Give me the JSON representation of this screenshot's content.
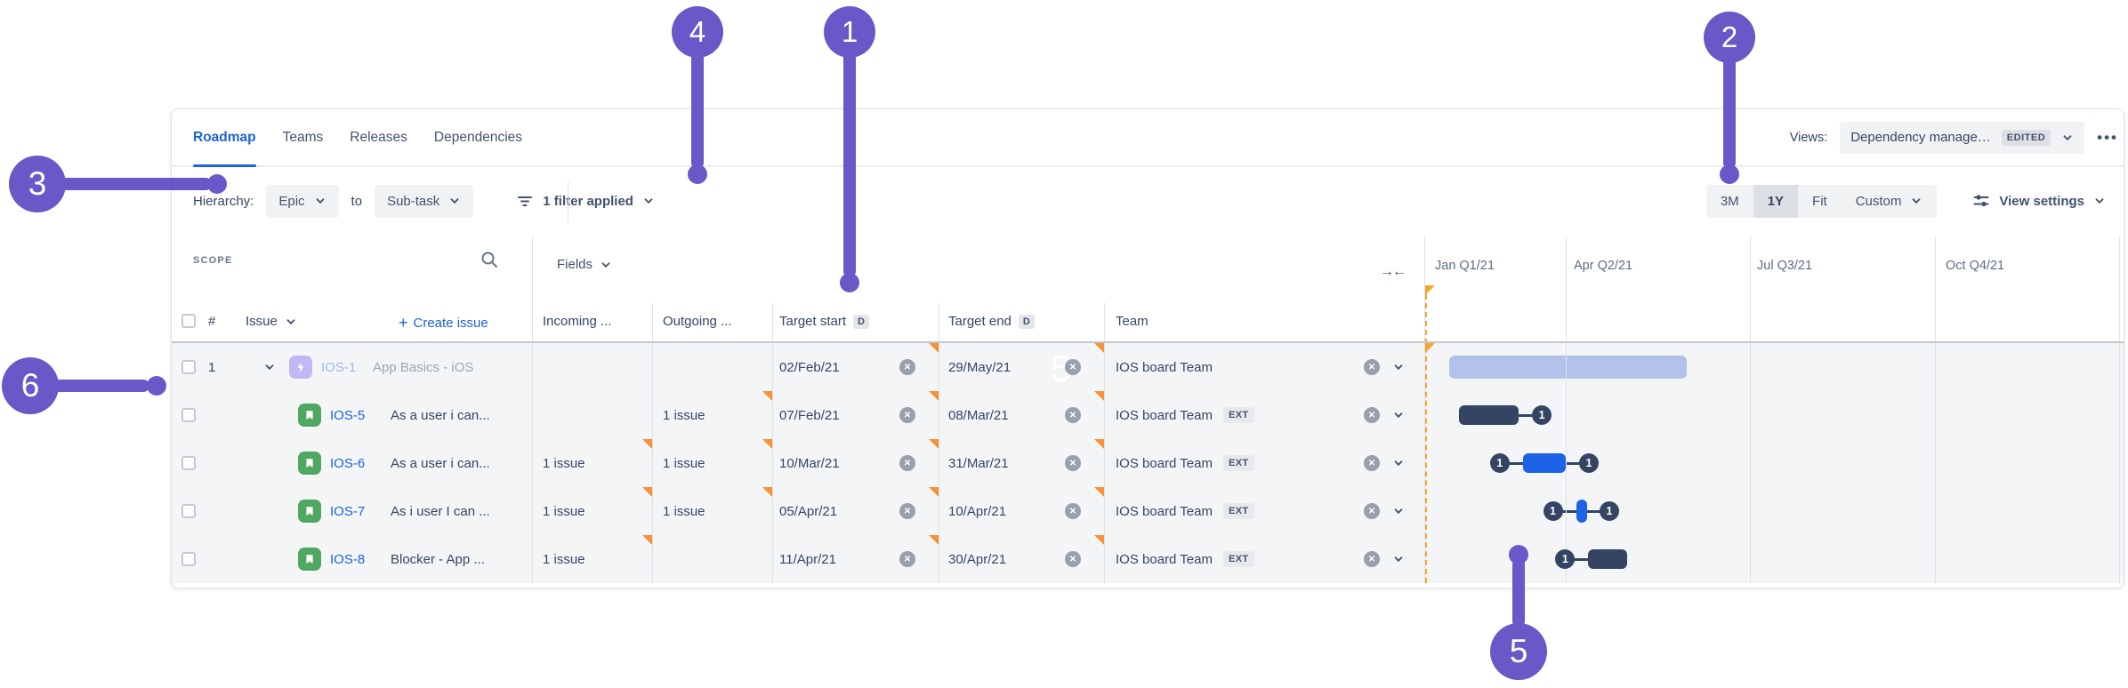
{
  "callouts": {
    "one": "1",
    "two": "2",
    "three": "3",
    "four": "4",
    "five": "5",
    "six": "6",
    "ghost_five_timeline": "5",
    "ghost_five_left": "5",
    "accent_color": "#6A58C8"
  },
  "tabs": {
    "items": [
      {
        "label": "Roadmap",
        "active": true
      },
      {
        "label": "Teams",
        "active": false
      },
      {
        "label": "Releases",
        "active": false
      },
      {
        "label": "Dependencies",
        "active": false
      }
    ]
  },
  "views": {
    "label": "Views:",
    "selected": "Dependency manage…",
    "badge": "EDITED",
    "more": "•••"
  },
  "toolbar": {
    "hierarchy_label": "Hierarchy:",
    "hierarchy_from": "Epic",
    "to_word": "to",
    "hierarchy_to": "Sub-task",
    "filter_label": "1 filter applied",
    "zoom_options": [
      "3M",
      "1Y",
      "Fit",
      "Custom"
    ],
    "zoom_selected": "1Y",
    "view_settings_label": "View settings"
  },
  "scope": {
    "title": "SCOPE",
    "fields_label": "Fields",
    "collapse_glyph": "→←",
    "columns": {
      "hash": "#",
      "issue": "Issue",
      "create_issue": "Create issue",
      "incoming": "Incoming ...",
      "outgoing": "Outgoing ...",
      "target_start": "Target start",
      "target_end": "Target end",
      "team": "Team",
      "date_badge": "D"
    }
  },
  "rows": [
    {
      "num": "1",
      "key": "IOS-1",
      "type": "epic",
      "summary": "App Basics - iOS",
      "dimmed": true,
      "expandable": true,
      "incoming": "",
      "outgoing": "",
      "start": "02/Feb/21",
      "end": "29/May/21",
      "team": "IOS board Team",
      "ext": false,
      "changed": [
        "start",
        "end"
      ],
      "bar": {
        "style": "epic",
        "badge_left": null,
        "badge_right": null
      }
    },
    {
      "num": "",
      "key": "IOS-5",
      "type": "story",
      "summary": "As a user i can...",
      "dimmed": false,
      "expandable": false,
      "incoming": "",
      "outgoing": "1 issue",
      "start": "07/Feb/21",
      "end": "08/Mar/21",
      "team": "IOS board Team",
      "ext": true,
      "changed": [
        "outgoing",
        "start",
        "end"
      ],
      "bar": {
        "style": "navy",
        "badge_left": null,
        "badge_right": "1"
      }
    },
    {
      "num": "",
      "key": "IOS-6",
      "type": "story",
      "summary": "As a user i can...",
      "dimmed": false,
      "expandable": false,
      "incoming": "1 issue",
      "outgoing": "1 issue",
      "start": "10/Mar/21",
      "end": "31/Mar/21",
      "team": "IOS board Team",
      "ext": true,
      "changed": [
        "incoming",
        "outgoing",
        "start",
        "end"
      ],
      "bar": {
        "style": "blue",
        "badge_left": "1",
        "badge_right": "1"
      }
    },
    {
      "num": "",
      "key": "IOS-7",
      "type": "story",
      "summary": "As i user I can ...",
      "dimmed": false,
      "expandable": false,
      "incoming": "1 issue",
      "outgoing": "1 issue",
      "start": "05/Apr/21",
      "end": "10/Apr/21",
      "team": "IOS board Team",
      "ext": true,
      "changed": [
        "incoming",
        "outgoing",
        "start",
        "end"
      ],
      "bar": {
        "style": "blue",
        "badge_left": "1",
        "badge_right": "1"
      }
    },
    {
      "num": "",
      "key": "IOS-8",
      "type": "story",
      "summary": "Blocker - App ...",
      "dimmed": false,
      "expandable": false,
      "incoming": "1 issue",
      "outgoing": "",
      "start": "11/Apr/21",
      "end": "30/Apr/21",
      "team": "IOS board Team",
      "ext": true,
      "changed": [
        "incoming",
        "start",
        "end"
      ],
      "bar": {
        "style": "navy",
        "badge_left": "1",
        "badge_right": null
      }
    }
  ],
  "timeline": {
    "quarters": [
      "Jan Q1/21",
      "Apr Q2/21",
      "Jul Q3/21",
      "Oct Q4/21"
    ],
    "today_color": "#F79232",
    "bar_colors": {
      "epic": "#B2C2EA",
      "navy": "#344563",
      "blue": "#1D63E8"
    }
  }
}
